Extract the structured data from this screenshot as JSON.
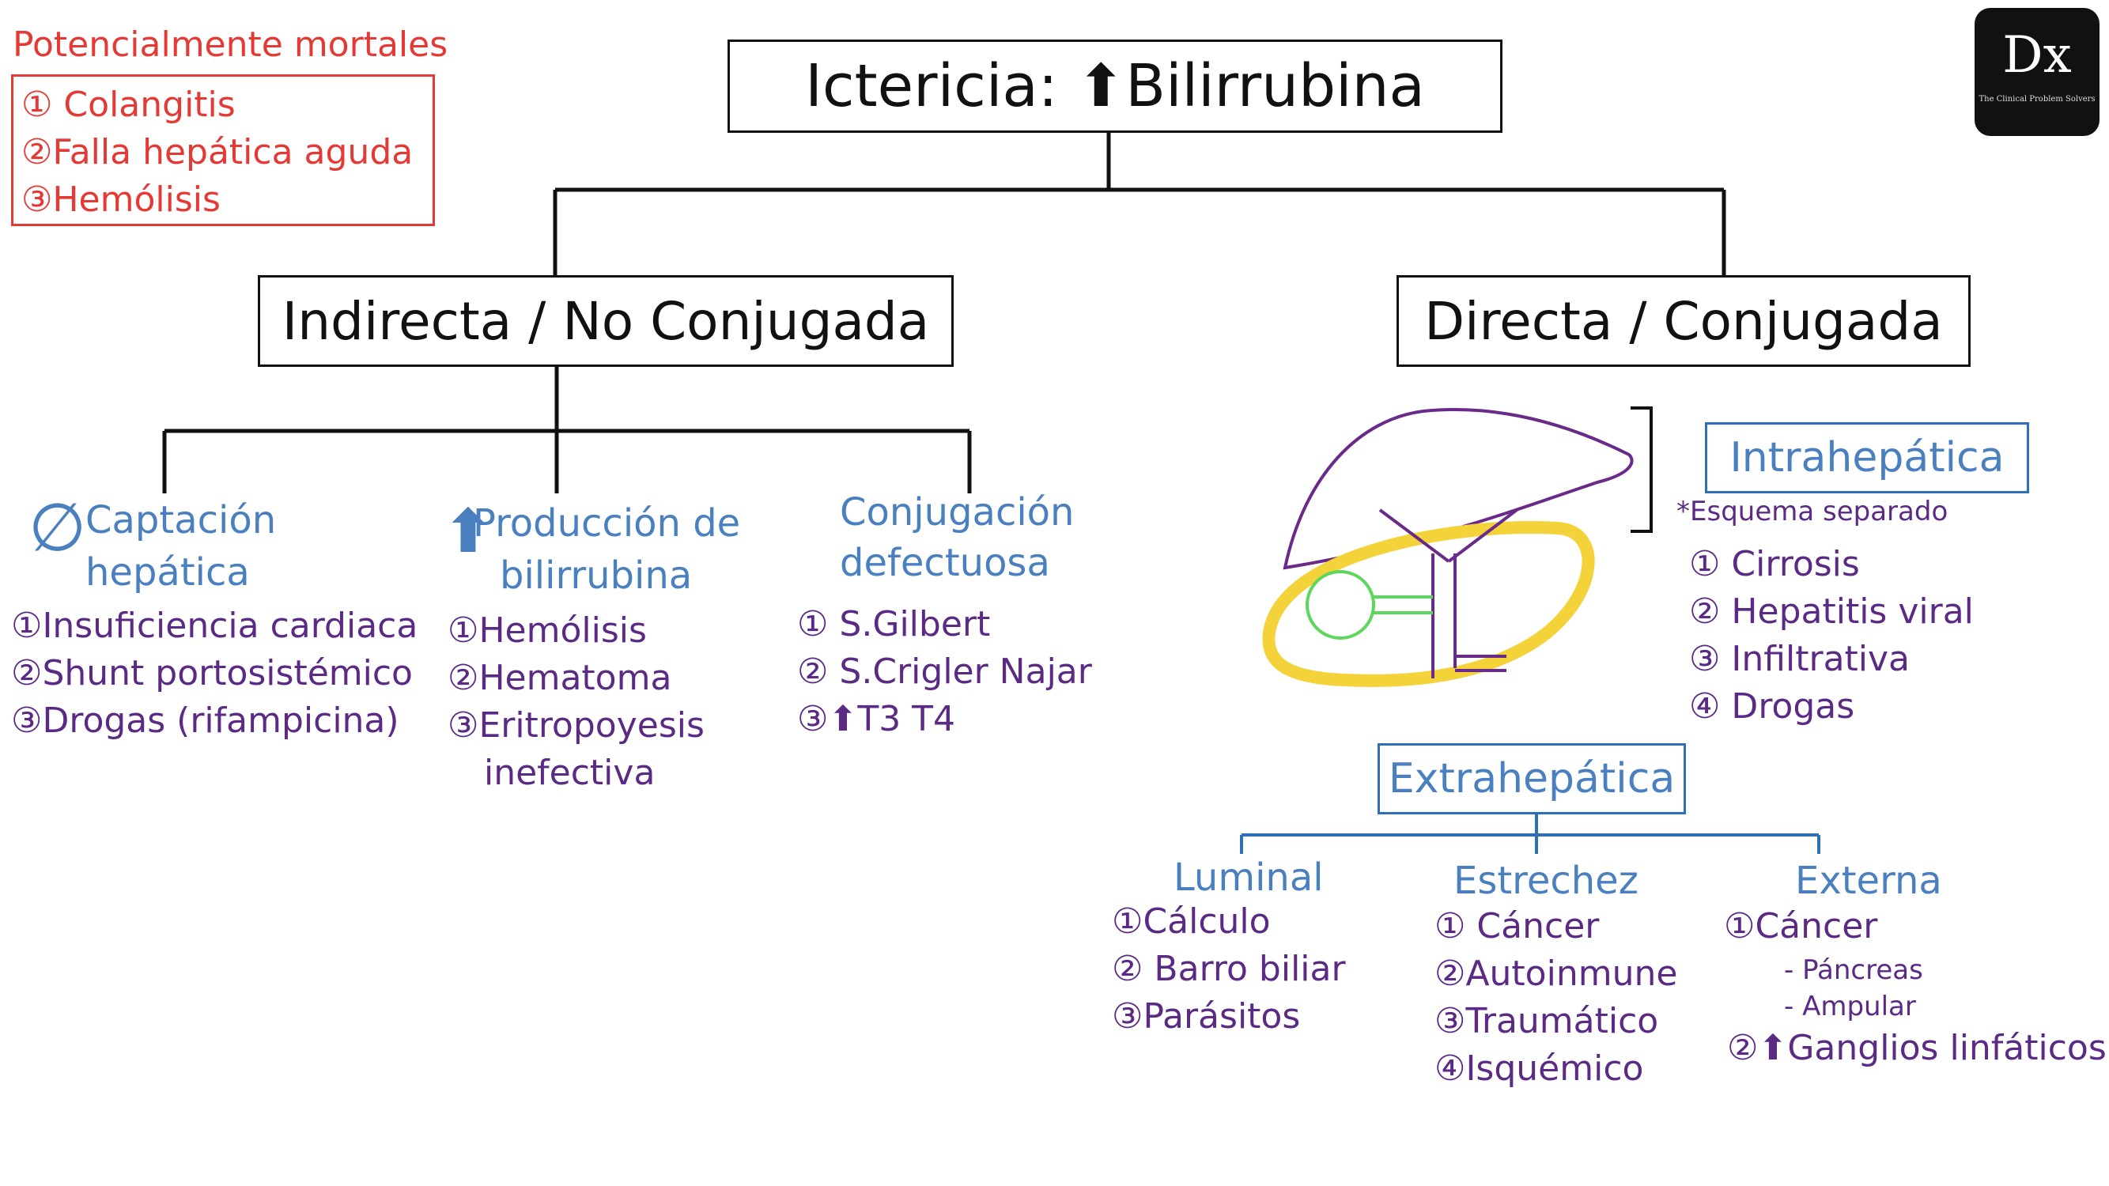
{
  "title": "Ictericia: ⬆Bilirrubina",
  "warning": {
    "heading": "Potencialmente mortales",
    "items": [
      "① Colangitis",
      "②Falla  hepática aguda",
      "③Hemólisis"
    ]
  },
  "logo": {
    "text": "Dx",
    "subtitle": "The Clinical Problem Solvers"
  },
  "indirect": {
    "title": "Indirecta / No Conjugada",
    "captacion": {
      "symbol": "∅",
      "label_line1": "Captación",
      "label_line2": "hepática",
      "items": [
        "①Insuficiencia cardiaca",
        "②Shunt portosistémico",
        "③Drogas (rifampicina)"
      ]
    },
    "produccion": {
      "symbol": "⬆",
      "label_line1": "Producción de",
      "label_line2": "bilirrubina",
      "items": [
        "①Hemólisis",
        "②Hematoma",
        "③Eritropoyesis",
        "inefectiva"
      ]
    },
    "conjugacion": {
      "label_line1": "Conjugación",
      "label_line2": "defectuosa",
      "items": [
        "① S.Gilbert",
        "② S.Crigler Najar",
        "③⬆T3 T4"
      ]
    }
  },
  "direct": {
    "title": "Directa / Conjugada",
    "intra": {
      "label": "Intrahepática",
      "note": "*Esquema separado",
      "items": [
        "①  Cirrosis",
        "②  Hepatitis viral",
        "③  Infiltrativa",
        "④ Drogas"
      ]
    },
    "extra": {
      "label": "Extrahepática",
      "luminal": {
        "label": "Luminal",
        "items": [
          "①Cálculo",
          "② Barro biliar",
          "③Parásitos"
        ]
      },
      "estrechez": {
        "label": "Estrechez",
        "items": [
          "① Cáncer",
          "②Autoinmune",
          "③Traumático",
          "④Isquémico"
        ]
      },
      "externa": {
        "label": "Externa",
        "item1": "①Cáncer",
        "subitems": [
          "- Páncreas",
          "- Ampular"
        ],
        "item2": "②⬆Ganglios linfáticos"
      }
    }
  },
  "colors": {
    "red": "#e53935",
    "blue": "#4a7fc0",
    "purple": "#5a2a85",
    "yellow": "#f3d23a",
    "green": "#5cd65c",
    "liver": "#6a2a8a"
  }
}
